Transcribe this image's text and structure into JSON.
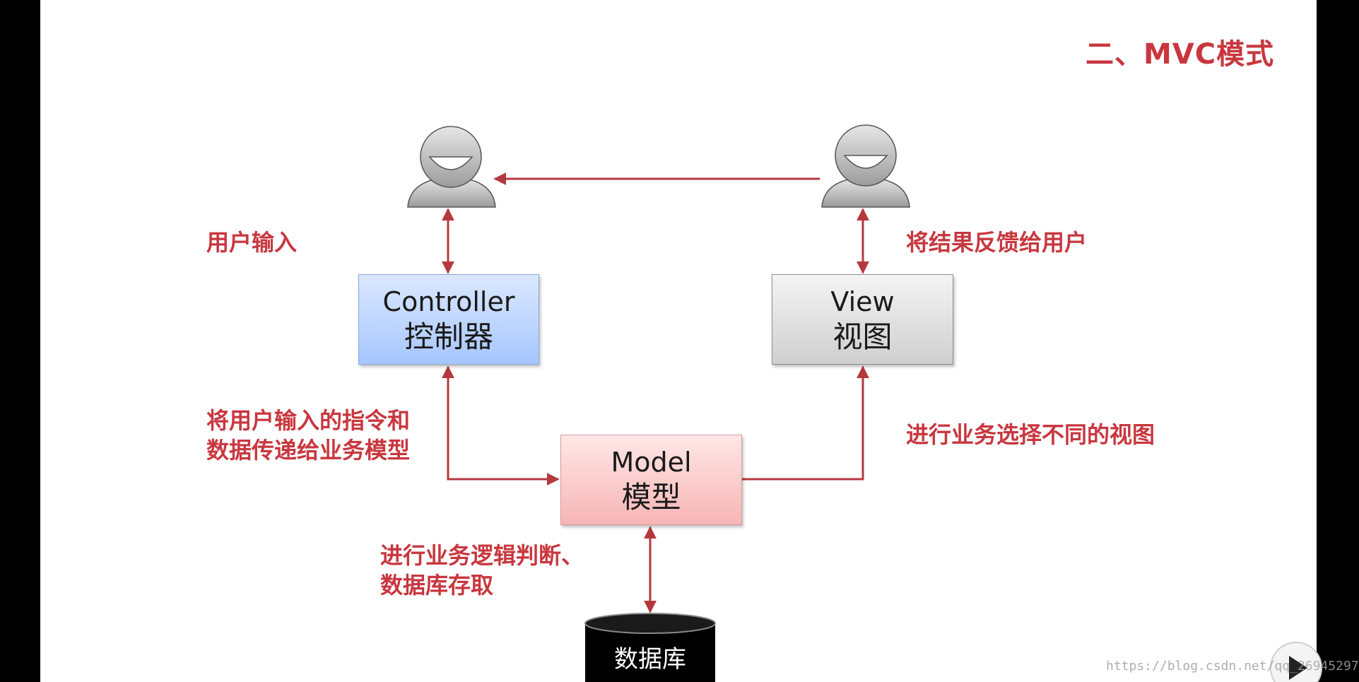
{
  "slide_title": "二、MVC模式",
  "labels": {
    "user_input": "用户输入",
    "feedback": "将结果反馈给用户",
    "to_model_line1": "将用户输入的指令和",
    "to_model_line2": "数据传递给业务模型",
    "choose_view": "进行业务选择不同的视图",
    "logic_line1": "进行业务逻辑判断、",
    "logic_line2": "数据库存取"
  },
  "boxes": {
    "controller": {
      "en": "Controller",
      "zh": "控制器"
    },
    "view": {
      "en": "View",
      "zh": "视图"
    },
    "model": {
      "en": "Model",
      "zh": "模型"
    }
  },
  "database": {
    "label": "数据库"
  },
  "watermark": "https://blog.csdn.net/qq_26945297",
  "icons": [
    "user-icon",
    "user-icon",
    "database-icon",
    "play-icon"
  ],
  "colors": {
    "accent_red": "#c8373f",
    "arrow": "#b5383f",
    "controller_fill": "#a6c6ff",
    "view_fill": "#cfcfcf",
    "model_fill": "#f7b5b5"
  }
}
